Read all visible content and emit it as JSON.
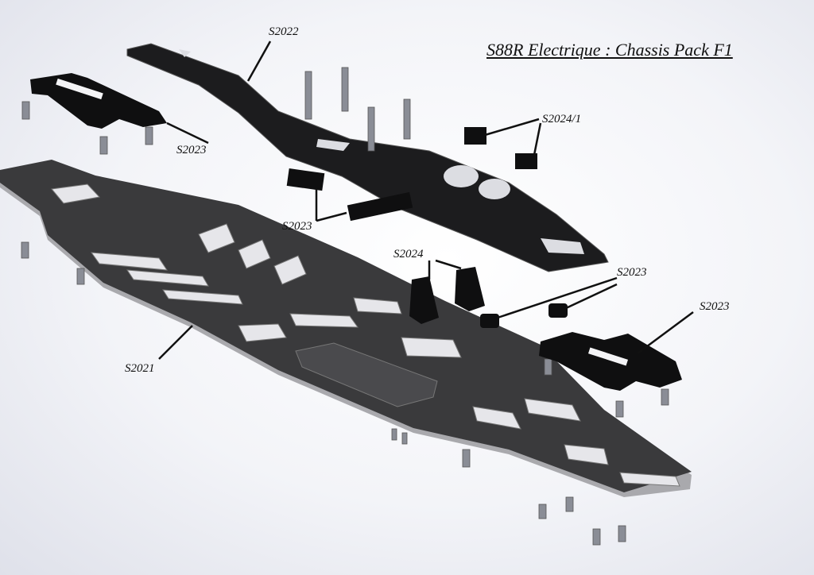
{
  "title": "S88R Electrique : Chassis Pack F1",
  "labels": {
    "top_plate": "S2022",
    "top_spacers": "S2024/1",
    "left_bridge": "S2023",
    "middle_spacers": "S2023",
    "posts": "S2024",
    "round_spacers": "S2023",
    "right_bridge": "S2023",
    "main_plate": "S2021"
  },
  "colors": {
    "plate": "#3a3a3c",
    "plate_edge": "#a9a9ad",
    "parts": "#0f0f10",
    "screw": "#8a8d96"
  }
}
